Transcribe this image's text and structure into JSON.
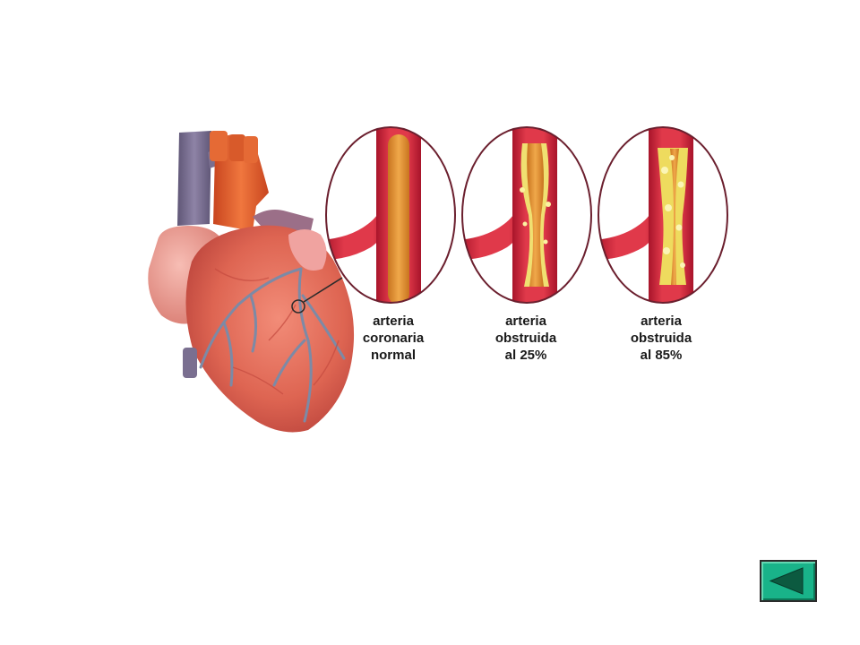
{
  "captions": {
    "normal": {
      "line1": "arteria",
      "line2": "coronaria",
      "line3": "normal"
    },
    "obstructed_25": {
      "line1": "arteria",
      "line2": "obstruida",
      "line3": "al 25%"
    },
    "obstructed_85": {
      "line1": "arteria",
      "line2": "obstruida",
      "line3": "al 85%"
    }
  },
  "obstruction_levels": [
    0,
    25,
    85
  ],
  "colors": {
    "heart": "#e0705e",
    "heart_light": "#f3a9a0",
    "aorta": "#e2592c",
    "vena_cava": "#7a6f90",
    "artery_wall": "#c9283a",
    "artery_lumen": "#e89a3b",
    "plaque": "#f0e071",
    "nav_button": "#19b389"
  },
  "icons": {
    "back_button": "triangle-left-icon"
  }
}
